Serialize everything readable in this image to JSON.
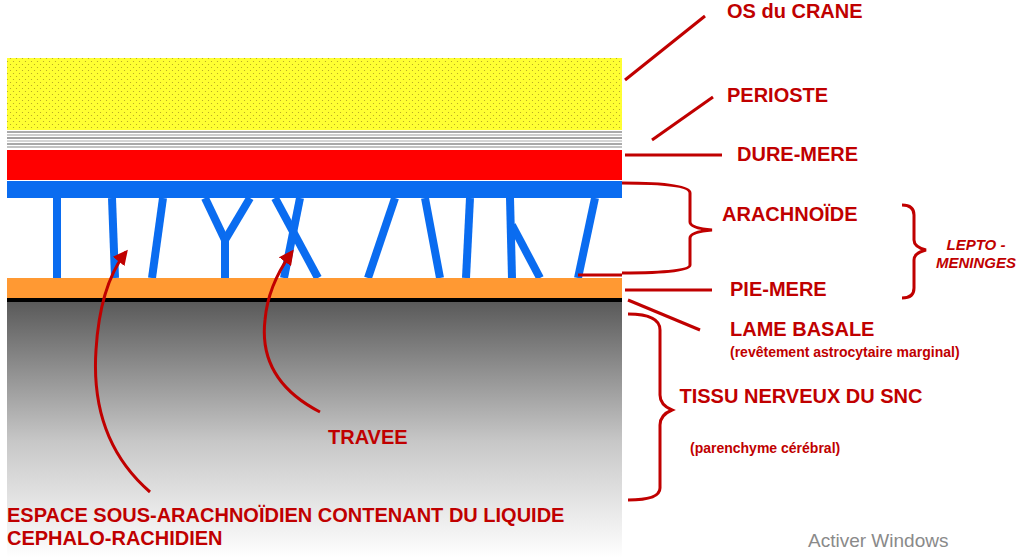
{
  "diagram": {
    "labels": [
      "OS du CRANE",
      "PERIOSTE",
      "DURE-MERE",
      "ARACHNOÏDE",
      "LEPTO -MENINGES",
      "PIE-MERE",
      "LAME BASALE",
      "(revêtement astrocytaire marginal)",
      "TISSU NERVEUX DU SNC",
      "(parenchyme cérébral)",
      "TRAVEE",
      "ESPACE SOUS-ARACHNOÏDIEN CONTENANT DU LIQUIDE CEPHALO-RACHIDIEN",
      "Activer Windows"
    ]
  }
}
